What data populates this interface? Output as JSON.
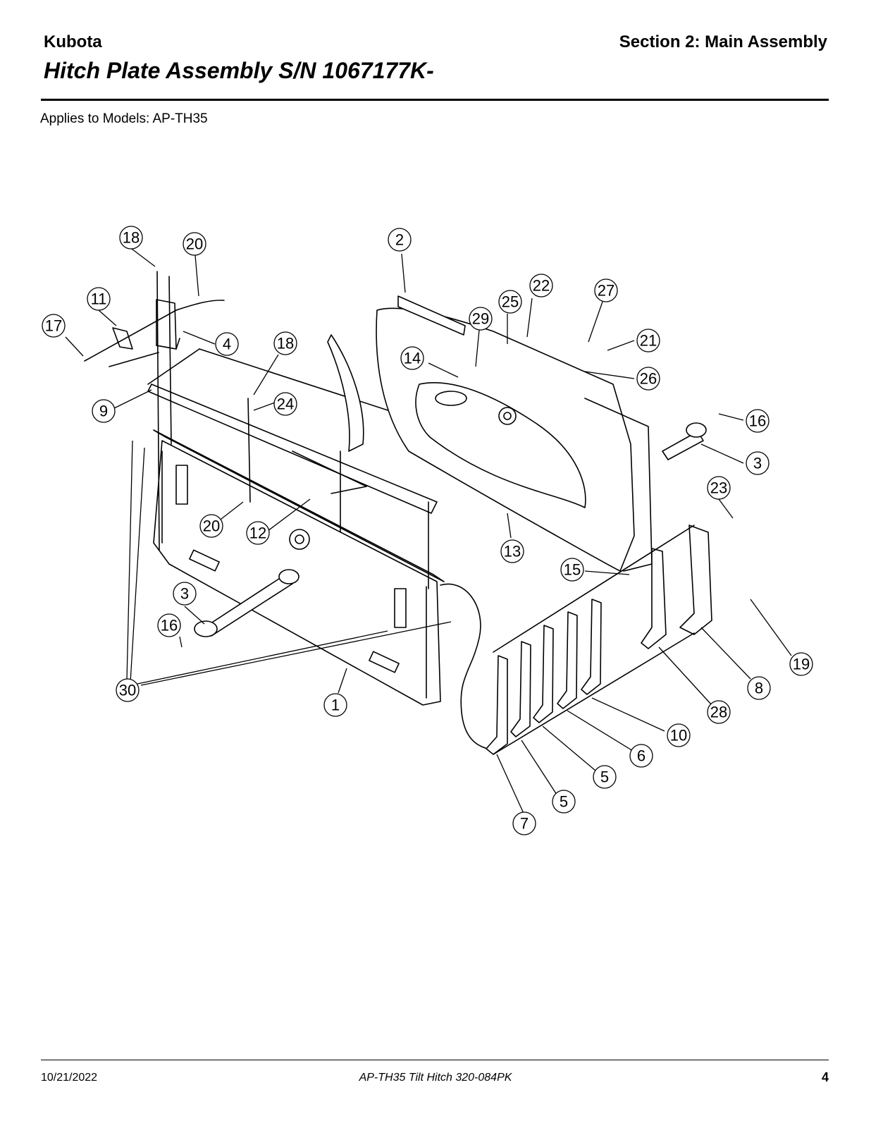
{
  "header": {
    "brand": "Kubota",
    "section": "Section 2: Main Assembly",
    "title": "Hitch Plate Assembly S/N 1067177K-",
    "applies_to": "Applies to Models: AP-TH35"
  },
  "diagram": {
    "callouts": [
      "1",
      "2",
      "3",
      "3",
      "4",
      "5",
      "5",
      "6",
      "7",
      "8",
      "9",
      "10",
      "11",
      "12",
      "13",
      "14",
      "15",
      "16",
      "16",
      "17",
      "18",
      "18",
      "19",
      "20",
      "20",
      "21",
      "22",
      "23",
      "24",
      "25",
      "26",
      "27",
      "28",
      "29",
      "30"
    ]
  },
  "footer": {
    "date": "10/21/2022",
    "document": "AP-TH35  Tilt Hitch  320-084PK",
    "page": "4"
  }
}
